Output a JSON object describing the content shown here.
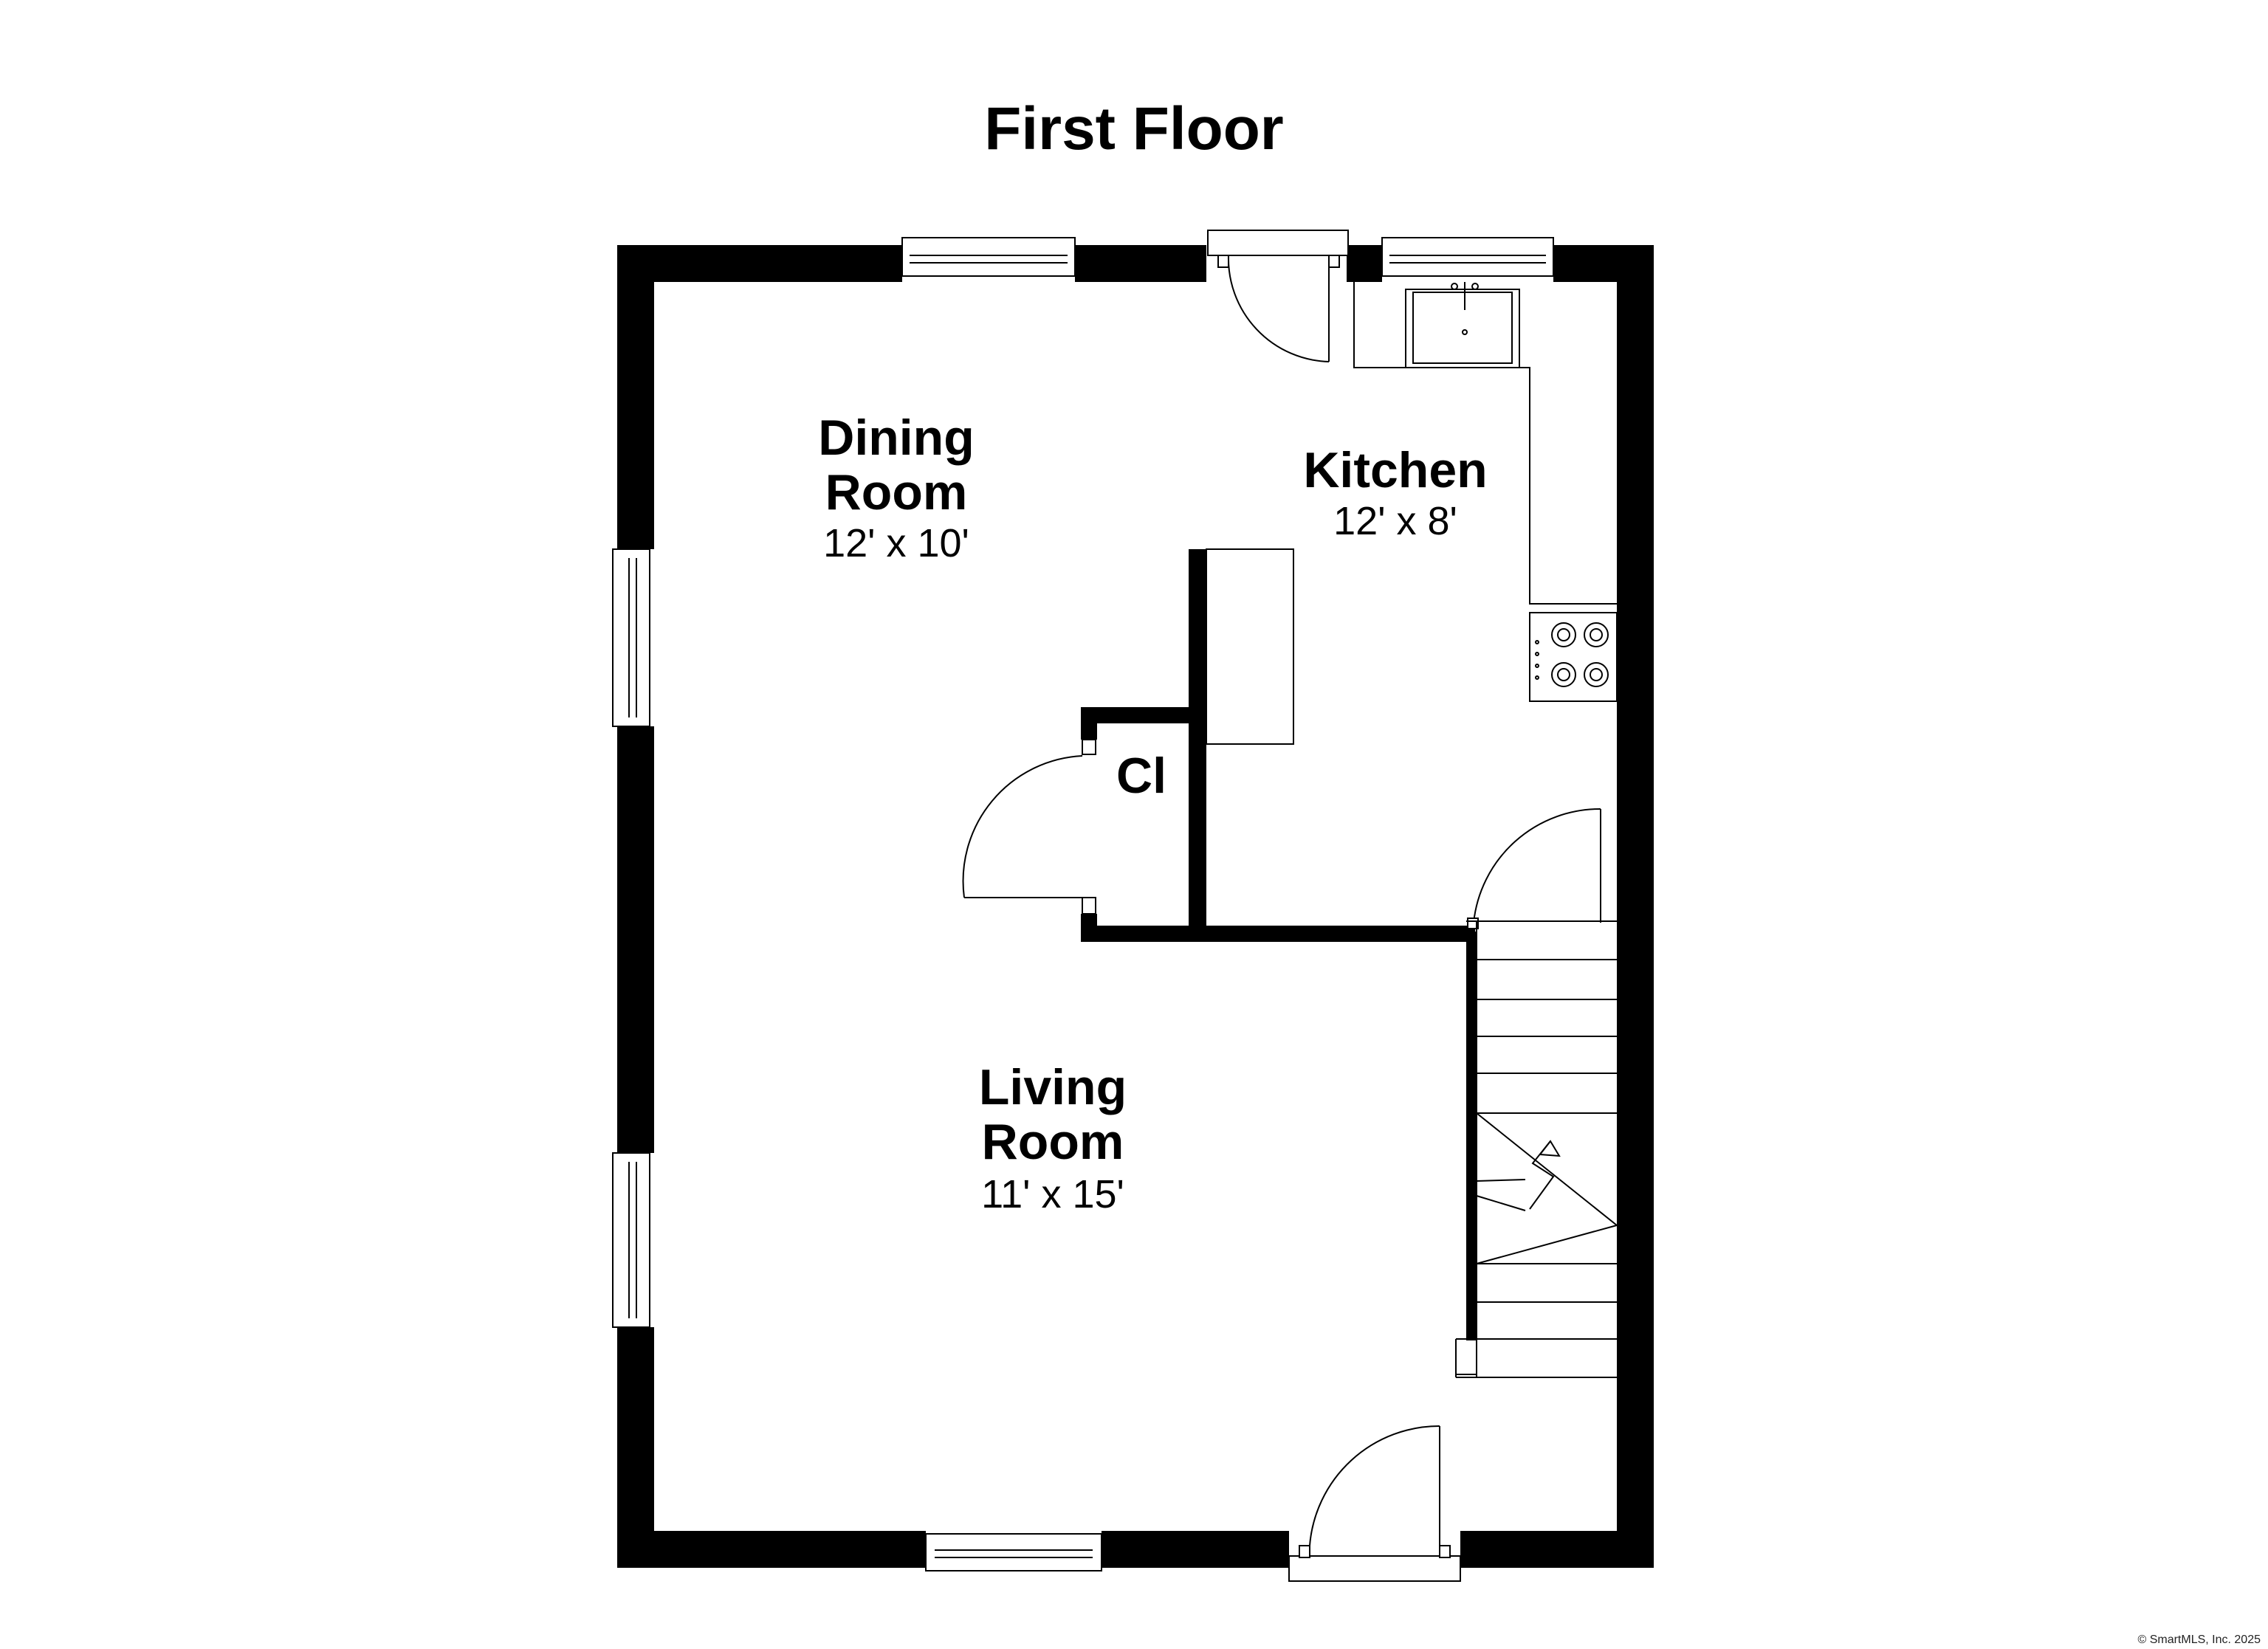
{
  "plan": {
    "title": "First Floor",
    "rooms": {
      "dining": {
        "name_line1": "Dining",
        "name_line2": "Room",
        "size": "12' x 10'"
      },
      "kitchen": {
        "name": "Kitchen",
        "size": "12' x 8'"
      },
      "closet": {
        "name": "Cl"
      },
      "living": {
        "name_line1": "Living",
        "name_line2": "Room",
        "size": "11' x 15'"
      }
    },
    "credit": "© SmartMLS, Inc. 2025"
  }
}
